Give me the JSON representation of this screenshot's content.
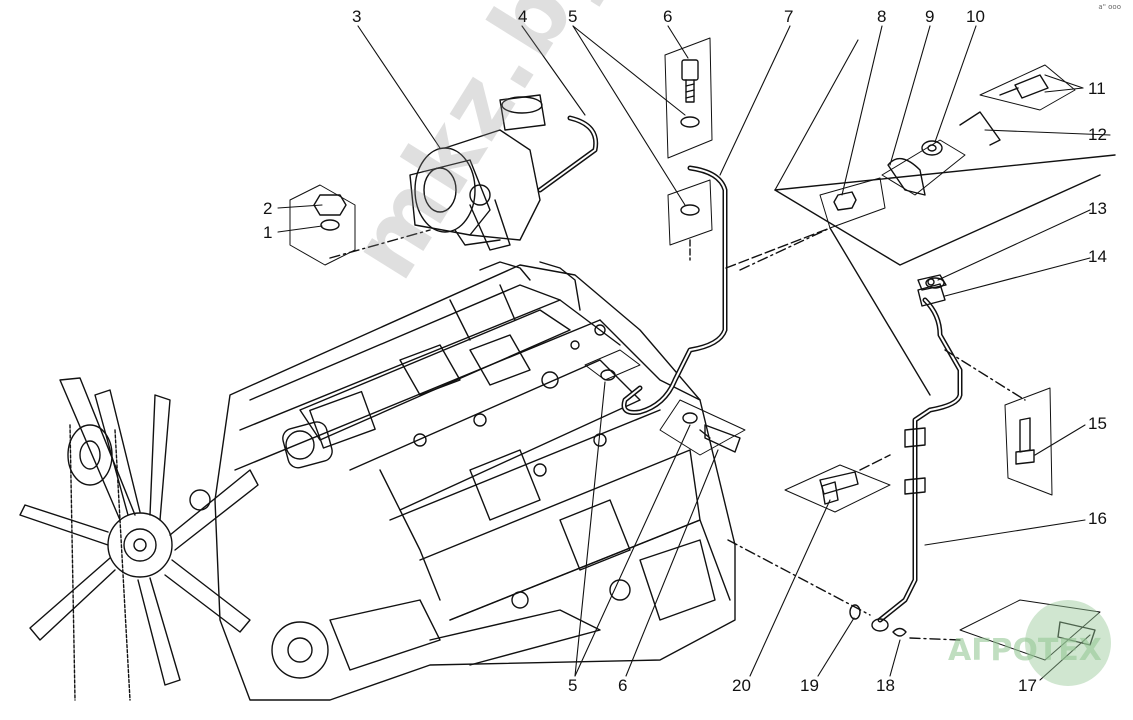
{
  "callouts": {
    "c1": "1",
    "c2": "2",
    "c3": "3",
    "c4": "4",
    "c5_top": "5",
    "c6_top": "6",
    "c7": "7",
    "c8": "8",
    "c9": "9",
    "c10": "10",
    "c11": "11",
    "c12": "12",
    "c13": "13",
    "c14": "14",
    "c15": "15",
    "c16": "16",
    "c17": "17",
    "c18": "18",
    "c19": "19",
    "c20": "20",
    "c6_bottom": "6",
    "c5_bottom": "5"
  },
  "watermark": "mkz.by",
  "brand": "АГРОТЕХ",
  "corner_mark": "a\" ooo"
}
